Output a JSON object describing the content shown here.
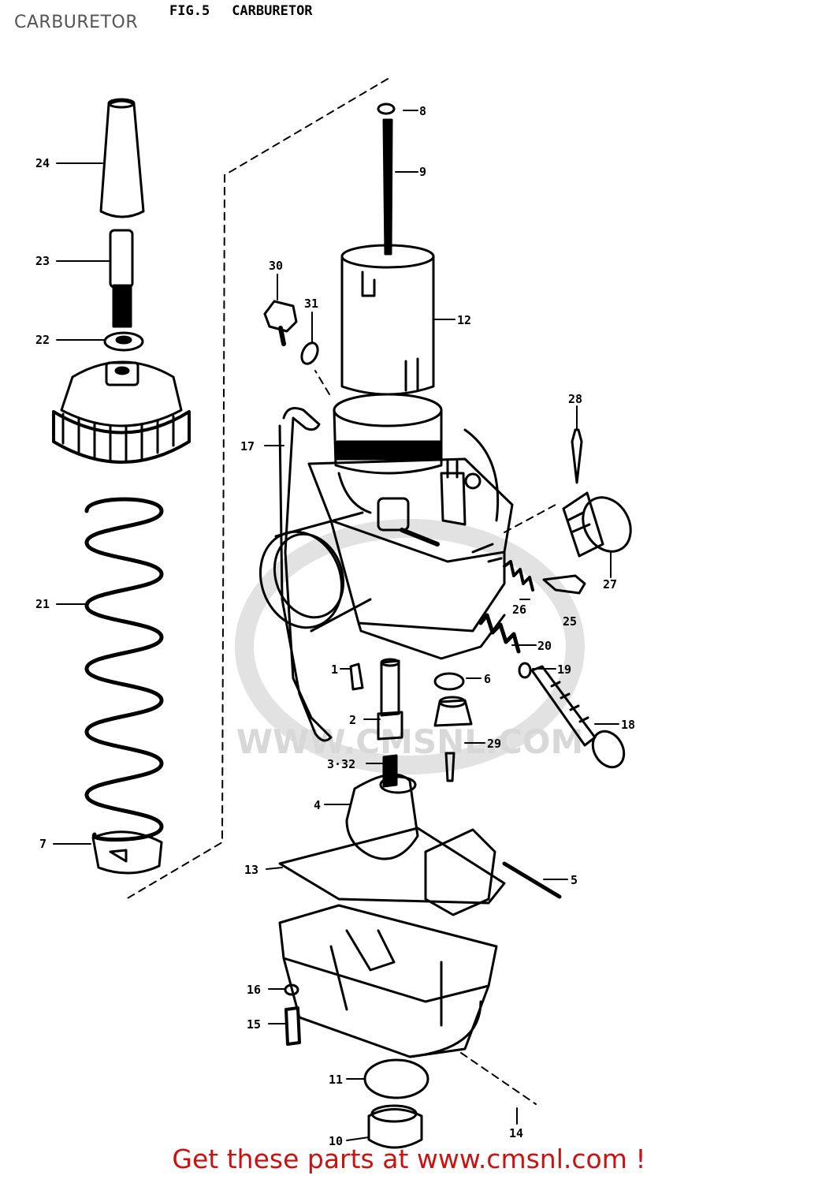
{
  "header": {
    "page_label": "CARBURETOR",
    "fig_number": "FIG.5",
    "fig_title": "CARBURETOR"
  },
  "watermark": {
    "text": "WWW.CMSNL.COM"
  },
  "callouts": {
    "p1": "1",
    "p2": "2",
    "p3_32": "3·32",
    "p4": "4",
    "p5": "5",
    "p6": "6",
    "p7": "7",
    "p8": "8",
    "p9": "9",
    "p10": "10",
    "p11": "11",
    "p12": "12",
    "p13": "13",
    "p14": "14",
    "p15": "15",
    "p16": "16",
    "p17": "17",
    "p18": "18",
    "p19": "19",
    "p20": "20",
    "p21": "21",
    "p22": "22",
    "p23": "23",
    "p24": "24",
    "p25": "25",
    "p26": "26",
    "p27": "27",
    "p28": "28",
    "p29": "29",
    "p30": "30",
    "p31": "31"
  },
  "footer": {
    "promo_text": "Get these parts at www.cmsnl.com !"
  },
  "colors": {
    "ink": "#000000",
    "watermark": "#d8d8d8",
    "promo": "#cc1111",
    "label": "#555555"
  }
}
